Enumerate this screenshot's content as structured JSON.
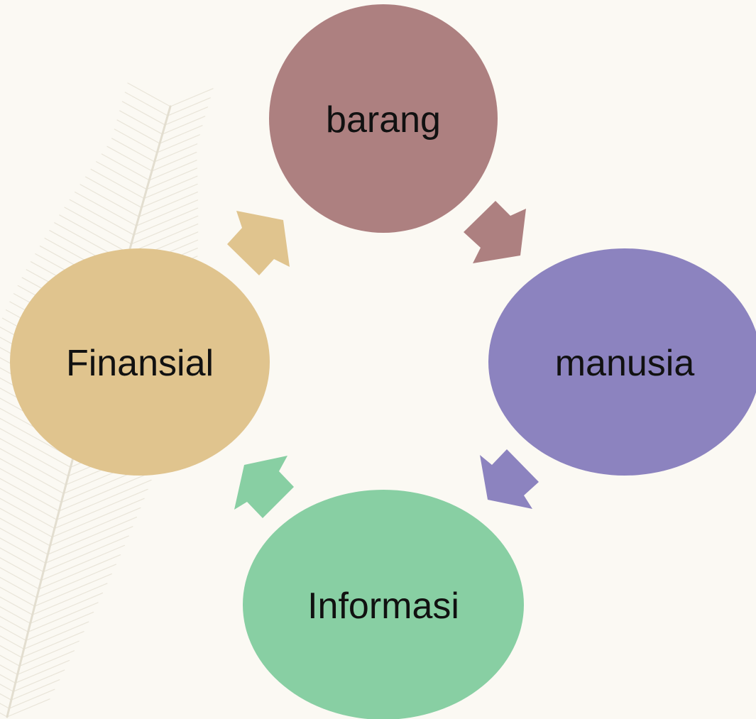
{
  "diagram": {
    "type": "cycle",
    "background": "#fbf9f3",
    "nodes": [
      {
        "id": "barang",
        "label": "barang",
        "color": "#ad8080"
      },
      {
        "id": "manusia",
        "label": "manusia",
        "color": "#8c83bf"
      },
      {
        "id": "informasi",
        "label": "Informasi",
        "color": "#88cfa3"
      },
      {
        "id": "finansial",
        "label": "Finansial",
        "color": "#e0c48e"
      }
    ],
    "arrows": [
      {
        "from": "barang",
        "to": "manusia",
        "color": "#ad8080"
      },
      {
        "from": "manusia",
        "to": "informasi",
        "color": "#8c83bf"
      },
      {
        "from": "informasi",
        "to": "finansial",
        "color": "#88cfa3"
      },
      {
        "from": "finansial",
        "to": "barang",
        "color": "#e0c48e"
      }
    ],
    "decoration": {
      "icon": "feather-icon",
      "color": "#e3ded0"
    }
  }
}
